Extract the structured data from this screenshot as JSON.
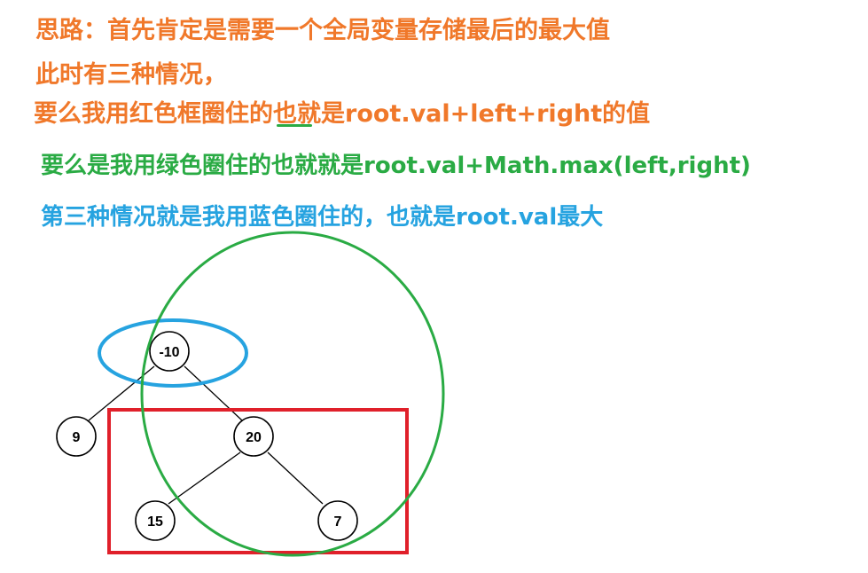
{
  "text": {
    "line1": "思路：首先肯定是需要一个全局变量存储最后的最大值",
    "line2": "此时有三种情况，",
    "line3": "要么我用红色框圈住的也就是root.val+left+right的值",
    "line4": "要么是我用绿色圈住的也就就是root.val+Math.max(left,right)",
    "line5": "第三种情况就是我用蓝色圈住的，也就是root.val最大"
  },
  "colors": {
    "orange": "#f0782a",
    "green": "#2aab44",
    "blue": "#26a3e0",
    "red": "#e0202a"
  },
  "tree": {
    "nodes": [
      {
        "id": "root",
        "label": "-10"
      },
      {
        "id": "left",
        "label": "9"
      },
      {
        "id": "right",
        "label": "20"
      },
      {
        "id": "right-left",
        "label": "15"
      },
      {
        "id": "right-right",
        "label": "7"
      }
    ],
    "edges": [
      [
        "root",
        "left"
      ],
      [
        "root",
        "right"
      ],
      [
        "right",
        "right-left"
      ],
      [
        "right",
        "right-right"
      ]
    ]
  }
}
